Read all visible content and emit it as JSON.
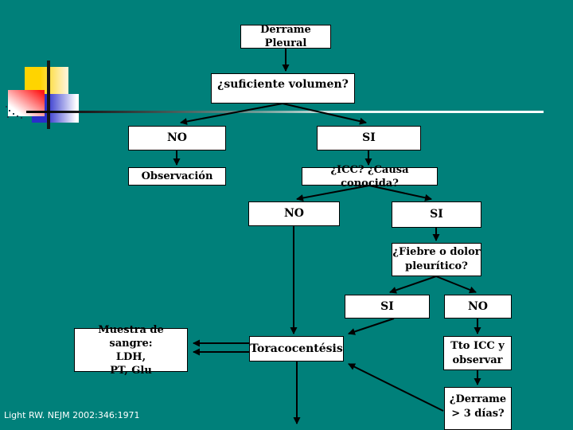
{
  "slide": {
    "background_color": "#00807A",
    "accent_colors": {
      "yellow": "#FFD400",
      "red": "#FF1A1A",
      "blue": "#2A2ECB",
      "line_dark": "#161616"
    },
    "footer_citation": "Light RW. NEJM 2002:346:1971"
  },
  "flowchart": {
    "nodes": {
      "derrame": {
        "label": "Derrame Pleural"
      },
      "suficiente": {
        "label": "¿suficiente volumen?"
      },
      "no1": {
        "label": "NO"
      },
      "si1": {
        "label": "SI"
      },
      "observacion": {
        "label": "Observación"
      },
      "icc": {
        "label": "¿ICC? ¿Causa conocida?"
      },
      "no2": {
        "label": "NO"
      },
      "si2": {
        "label": "SI"
      },
      "fiebre": {
        "line1": "¿Fiebre o dolor",
        "line2": "pleurítico?"
      },
      "si3": {
        "label": "SI"
      },
      "no3": {
        "label": "NO"
      },
      "muestra": {
        "line1": "Muestra de sangre:",
        "line2": "LDH,",
        "line3": "PT, Glu"
      },
      "toracocentesis": {
        "label": "Toracocentésis"
      },
      "tto": {
        "line1": "Tto ICC y",
        "line2": "observar"
      },
      "derrame_dias": {
        "line1": "¿Derrame",
        "line2": "> 3 días?"
      }
    },
    "edges": [
      "derrame->suficiente",
      "suficiente->no1",
      "suficiente->si1",
      "no1->observacion",
      "si1->icc",
      "icc->no2",
      "icc->si2",
      "no2->toracocentesis",
      "si2->fiebre",
      "fiebre->si3",
      "fiebre->no3",
      "si3->toracocentesis",
      "no3->tto",
      "tto->derrame_dias",
      "derrame_dias->toracocentesis",
      "toracocentesis->muestra",
      "toracocentesis->muestra",
      "toracocentesis->down"
    ]
  }
}
